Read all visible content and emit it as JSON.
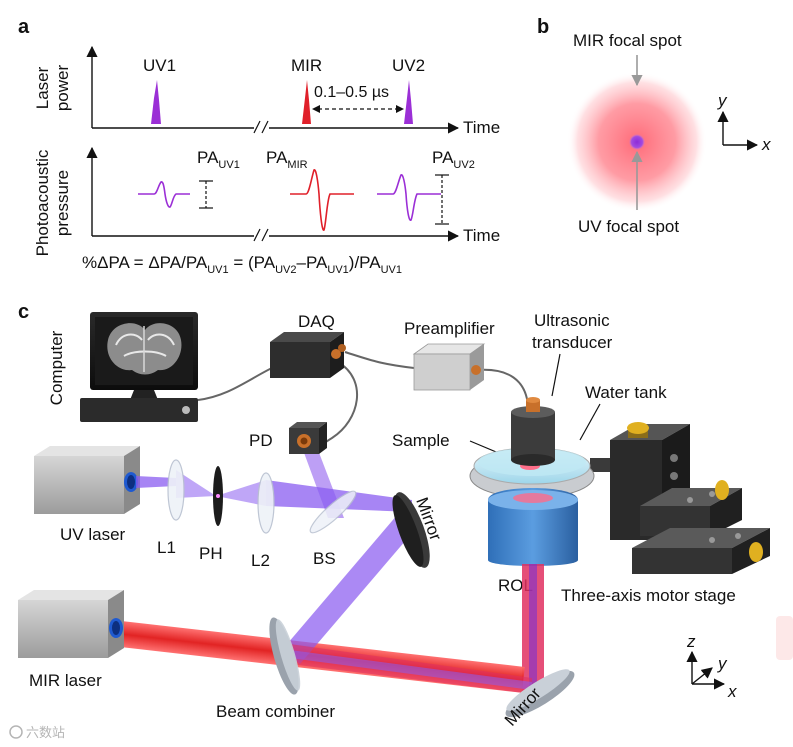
{
  "panel_a": {
    "letter": "a",
    "y_label_top": [
      "Laser",
      "power"
    ],
    "y_label_bottom": [
      "Photoacoustic",
      "pressure"
    ],
    "x_label": "Time",
    "x_label_bottom": "Time",
    "pulse_uv1": "UV1",
    "pulse_mir": "MIR",
    "pulse_uv2": "UV2",
    "delay": "0.1–0.5 µs",
    "pa_uv1": {
      "main": "PA",
      "sub": "UV1"
    },
    "pa_mir": {
      "main": "PA",
      "sub": "MIR"
    },
    "pa_uv2": {
      "main": "PA",
      "sub": "UV2"
    },
    "formula": {
      "p1": "%ΔPA = ΔPA/PA",
      "s1": "UV1",
      "p2": " = (PA",
      "s2": "UV2",
      "p3": "–PA",
      "s3": "UV1",
      "p4": ")/PA",
      "s4": "UV1"
    }
  },
  "panel_b": {
    "letter": "b",
    "mir_spot": "MIR focal spot",
    "uv_spot": "UV focal spot",
    "axis_x": "x",
    "axis_y": "y"
  },
  "panel_c": {
    "letter": "c",
    "computer": "Computer",
    "daq": "DAQ",
    "preamplifier": "Preamplifier",
    "transducer": [
      "Ultrasonic",
      "transducer"
    ],
    "water_tank": "Water tank",
    "sample": "Sample",
    "pd": "PD",
    "uv_laser": "UV laser",
    "l1": "L1",
    "ph": "PH",
    "l2": "L2",
    "bs": "BS",
    "mirror_top": "Mirror",
    "rol": "ROL",
    "motor_stage": "Three-axis motor stage",
    "mir_laser": "MIR laser",
    "beam_combiner": "Beam combiner",
    "mirror_bottom": "Mirror",
    "axis_x": "x",
    "axis_y": "y",
    "axis_z": "z"
  },
  "watermark": "六数站",
  "colors": {
    "uv": "#9b2fd6",
    "mir": "#e0202a",
    "uv_beam": "#8a5cf0",
    "mir_beam": "#e63535"
  }
}
